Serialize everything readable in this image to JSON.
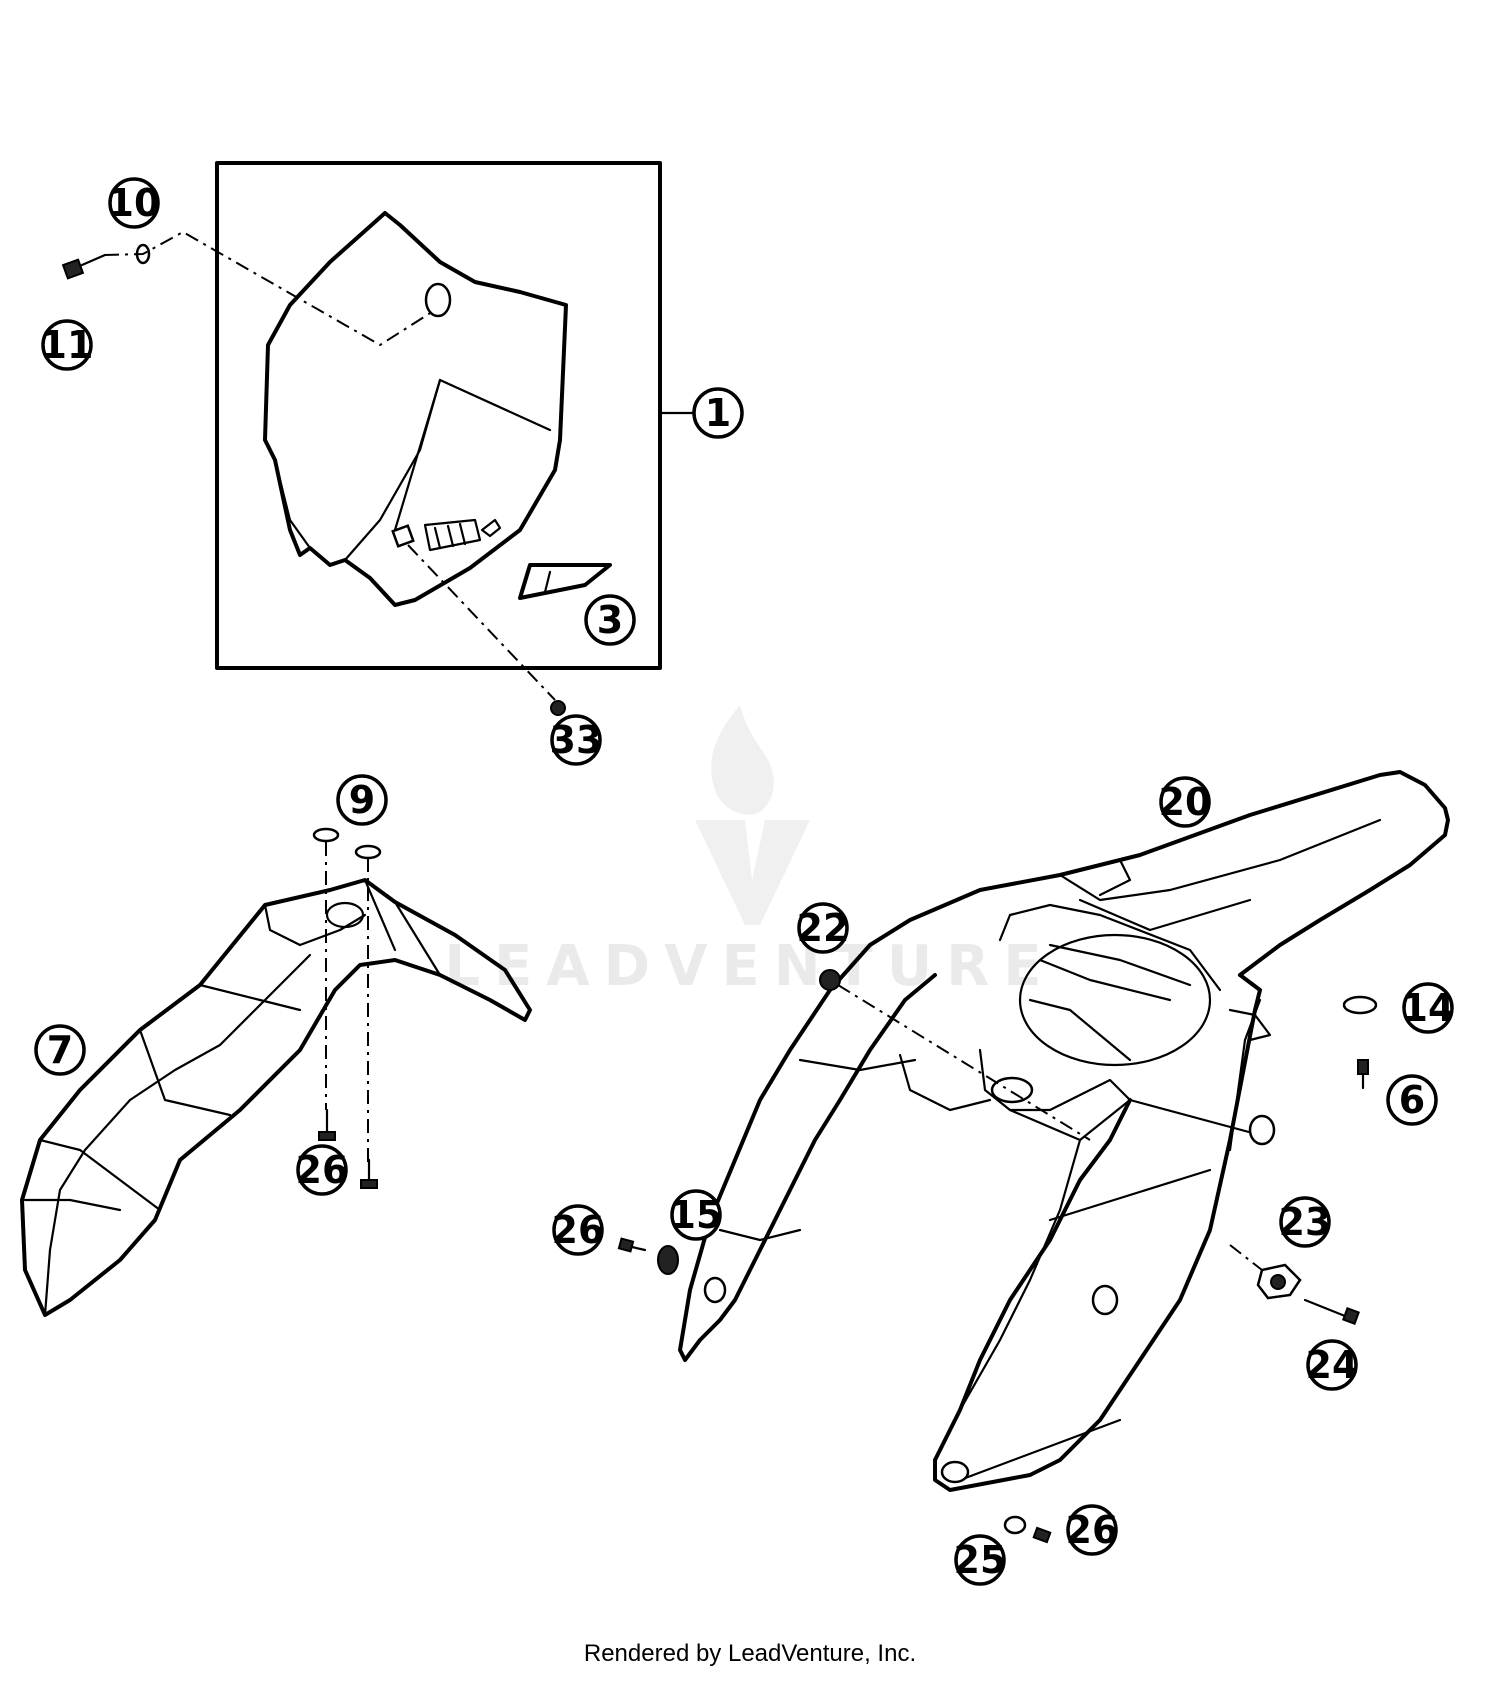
{
  "diagram": {
    "callouts": [
      {
        "id": "1",
        "label": "1"
      },
      {
        "id": "3",
        "label": "3"
      },
      {
        "id": "6",
        "label": "6"
      },
      {
        "id": "7",
        "label": "7"
      },
      {
        "id": "9",
        "label": "9"
      },
      {
        "id": "10",
        "label": "10"
      },
      {
        "id": "11",
        "label": "11"
      },
      {
        "id": "14",
        "label": "14"
      },
      {
        "id": "15",
        "label": "15"
      },
      {
        "id": "20",
        "label": "20"
      },
      {
        "id": "22",
        "label": "22"
      },
      {
        "id": "23",
        "label": "23"
      },
      {
        "id": "24",
        "label": "24"
      },
      {
        "id": "25",
        "label": "25"
      },
      {
        "id": "26a",
        "label": "26"
      },
      {
        "id": "26b",
        "label": "26"
      },
      {
        "id": "26c",
        "label": "26"
      },
      {
        "id": "33",
        "label": "33"
      }
    ]
  },
  "watermark": {
    "text": "LEADVENTURE"
  },
  "footer": {
    "text": "Rendered by LeadVenture, Inc."
  }
}
